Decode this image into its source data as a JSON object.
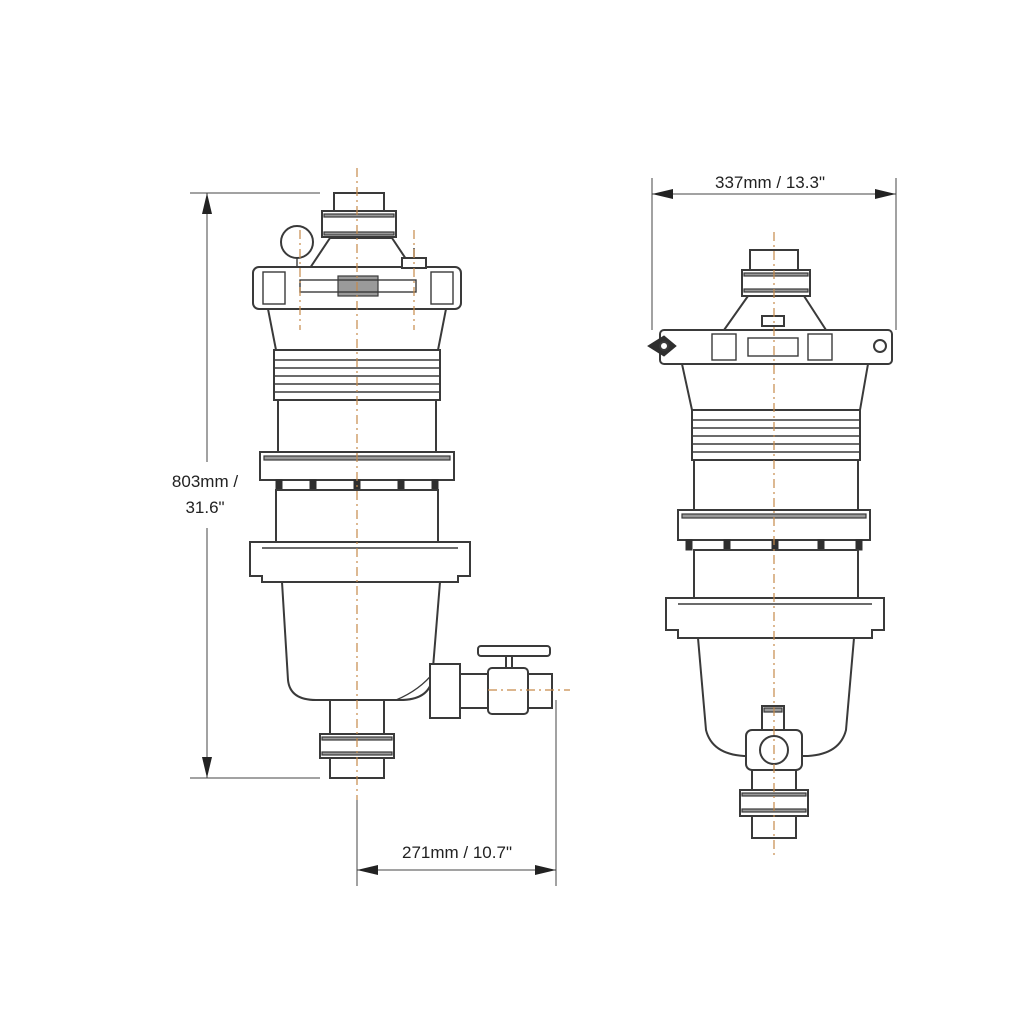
{
  "dimensions": {
    "height_line1": "803mm /",
    "height_line2": "31.6\"",
    "side_width": "271mm / 10.7\"",
    "front_width": "337mm / 13.3\""
  },
  "colors": {
    "outline": "#3a3a3a",
    "centerline": "#c68a4a",
    "background": "#ffffff"
  }
}
